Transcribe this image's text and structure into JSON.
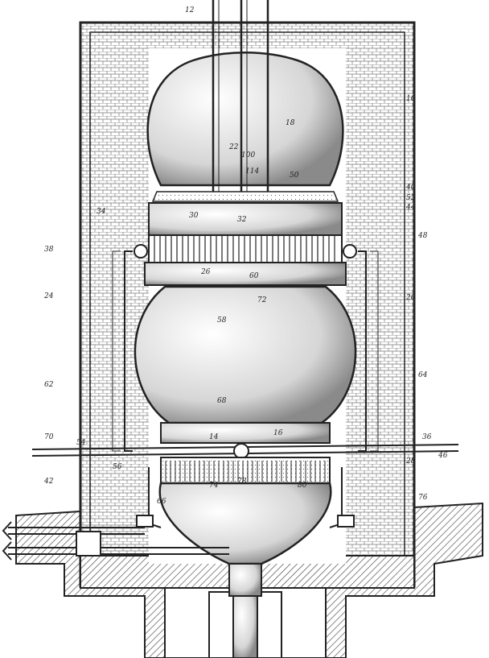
{
  "figure": {
    "kind": "patent-drawing",
    "subject": "vertical pressure vessel (reactor) with upper spherical dome, central bulbous chamber and lower conical chamber, enclosed in insulated housing",
    "colors": {
      "ink": "#222222",
      "paper": "#ffffff",
      "hatch": "#555555"
    },
    "reference_labels": [
      "12",
      "10",
      "18",
      "22",
      "100",
      "114",
      "50",
      "40",
      "52",
      "44",
      "34",
      "38",
      "30",
      "32",
      "48",
      "26",
      "60",
      "72",
      "24",
      "20",
      "58",
      "62",
      "64",
      "68",
      "70",
      "54",
      "56",
      "16",
      "14",
      "36",
      "28",
      "46",
      "42",
      "66",
      "74",
      "78",
      "80",
      "76"
    ]
  }
}
